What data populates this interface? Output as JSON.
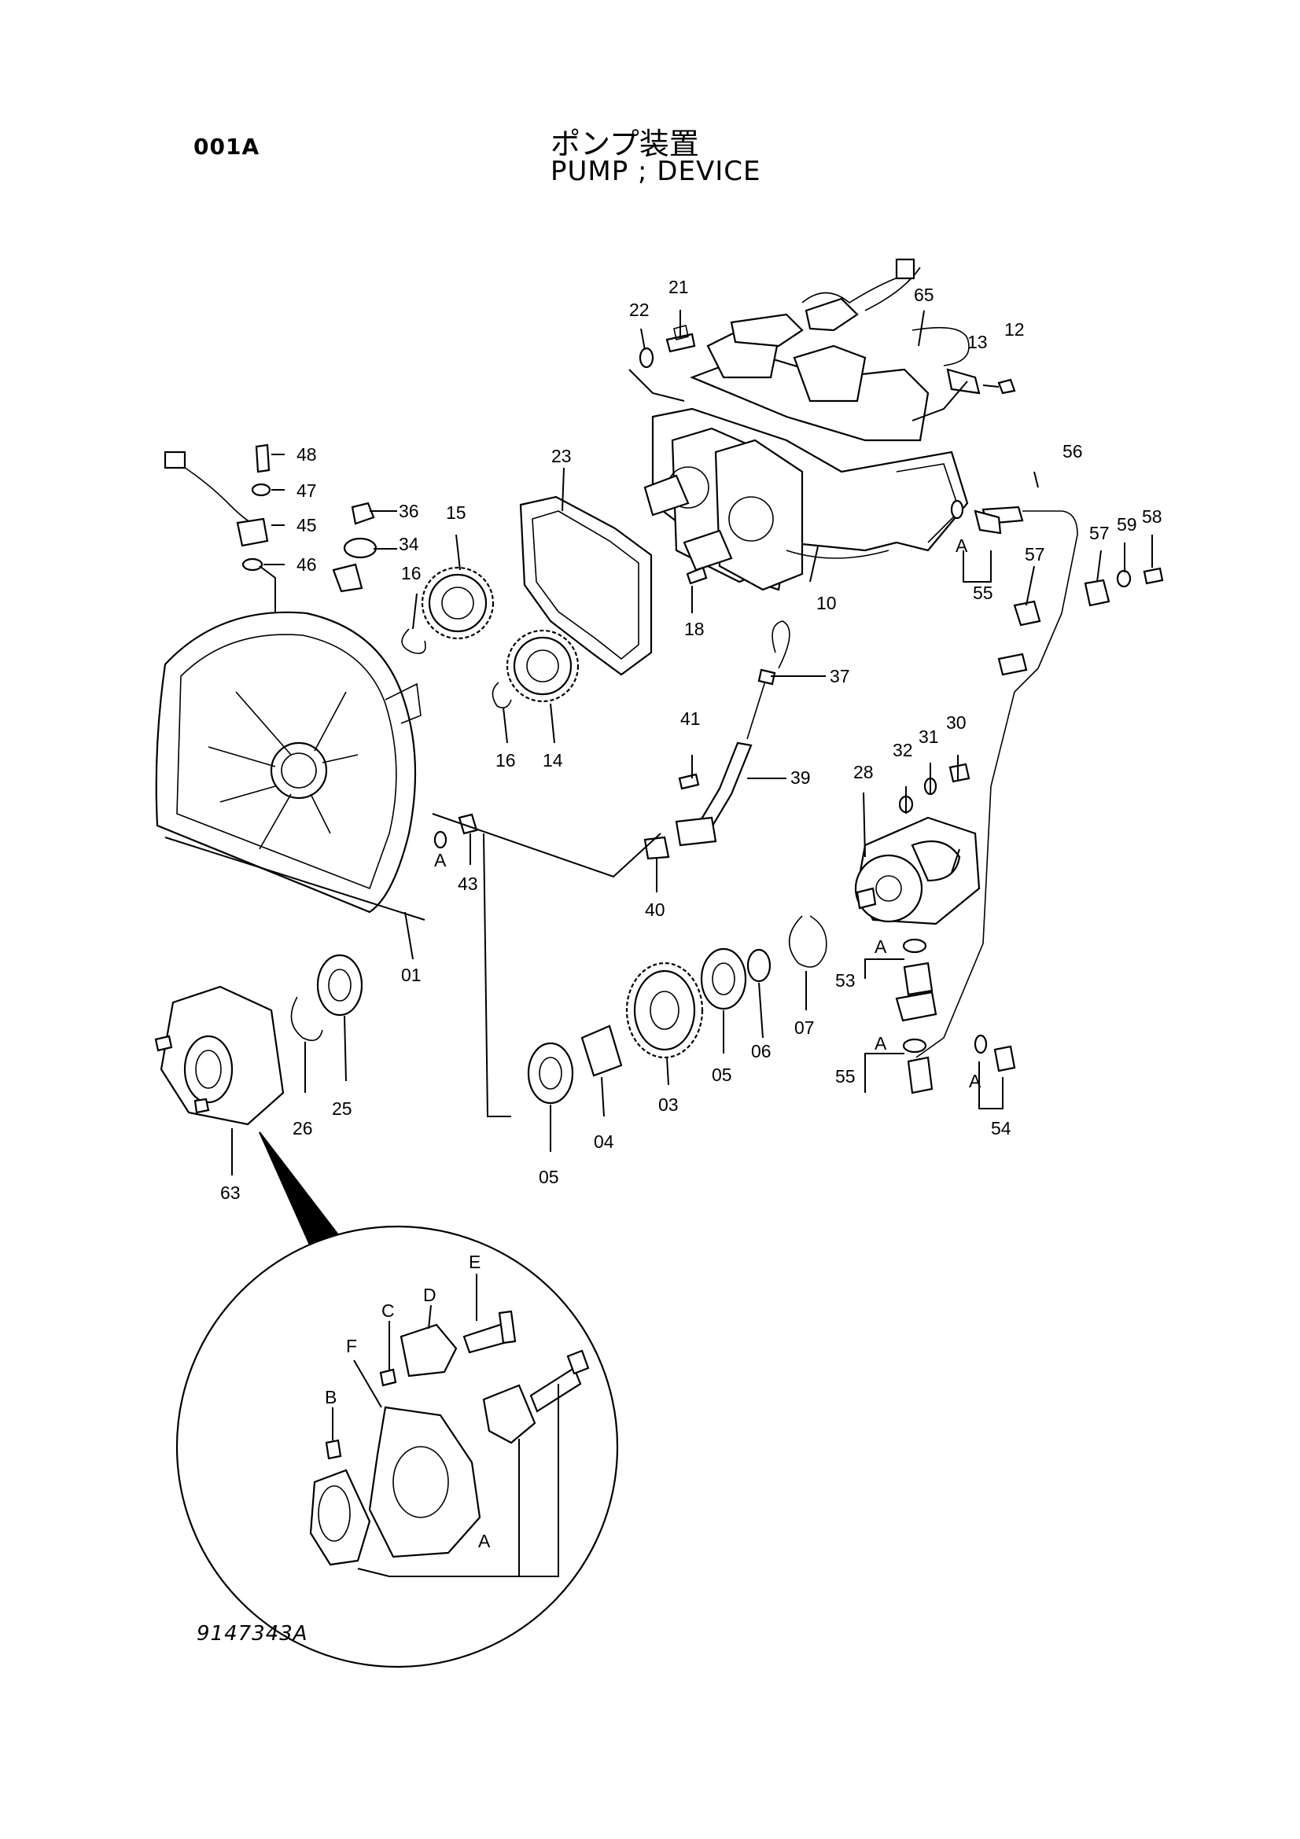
{
  "header": {
    "page_code": "001A",
    "title_jp": "ポンプ装置",
    "title_en": "PUMP ; DEVICE"
  },
  "footer": {
    "drawing_number": "9147343A"
  },
  "callouts": {
    "c01": "01",
    "c03": "03",
    "c04": "04",
    "c05a": "05",
    "c05b": "05",
    "c06": "06",
    "c07": "07",
    "c10": "10",
    "c12": "12",
    "c13": "13",
    "c14": "14",
    "c15": "15",
    "c16a": "16",
    "c16b": "16",
    "c18": "18",
    "c21": "21",
    "c22": "22",
    "c23": "23",
    "c25": "25",
    "c26": "26",
    "c28": "28",
    "c30": "30",
    "c31": "31",
    "c32": "32",
    "c34": "34",
    "c36": "36",
    "c37": "37",
    "c39": "39",
    "c40": "40",
    "c41": "41",
    "c43": "43",
    "c45": "45",
    "c46": "46",
    "c47": "47",
    "c48": "48",
    "c53": "53",
    "c54": "54",
    "c55a": "55",
    "c55b": "55",
    "c56": "56",
    "c57a": "57",
    "c57b": "57",
    "c58": "58",
    "c59": "59",
    "c63": "63",
    "c65": "65",
    "refA1": "A",
    "refA2": "A",
    "refA3": "A",
    "refA4": "A",
    "refA5": "A",
    "detA": "A",
    "detB": "B",
    "detC": "C",
    "detD": "D",
    "detE": "E",
    "detF": "F"
  }
}
